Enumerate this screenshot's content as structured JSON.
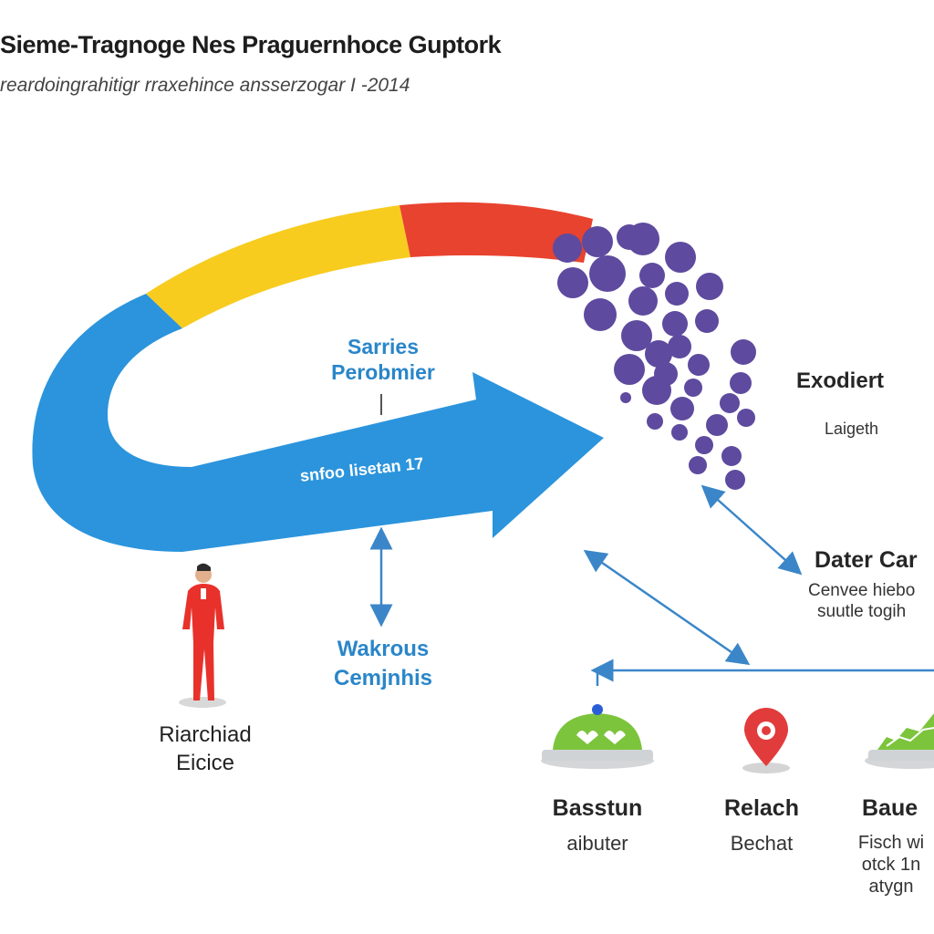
{
  "header": {
    "title": "Sieme-Tragnoge Nes Praguernhoce Guptork",
    "subtitle": "reardoingrahitigr rraxehince ansserzogar I -2014"
  },
  "arrow": {
    "top_label_line1": "Sarries",
    "top_label_line2": "Perobmier",
    "inner_label": "snfoo lisetan 17",
    "colors": {
      "blue": "#2b94dc",
      "yellow": "#f7cc1f",
      "red": "#e8432f",
      "purple": "#5e4a9e"
    }
  },
  "center_label": {
    "line1": "Wakrous",
    "line2": "Cemjnhis"
  },
  "person": {
    "name_line1": "Riarchiad",
    "name_line2": "Eicice"
  },
  "right_labels": {
    "exodiert_title": "Exodiert",
    "exodiert_sub": "Laigeth",
    "dater_title": "Dater Car",
    "dater_line1": "Cenvee hiebo",
    "dater_line2": "suutle togih"
  },
  "items": [
    {
      "title": "Basstun",
      "sub": "aibuter"
    },
    {
      "title": "Relach",
      "sub": "Bechat"
    },
    {
      "title": "Baue",
      "sub_line1": "Fisch wi",
      "sub_line2": "otck 1n",
      "sub_line3": "atygn"
    }
  ]
}
